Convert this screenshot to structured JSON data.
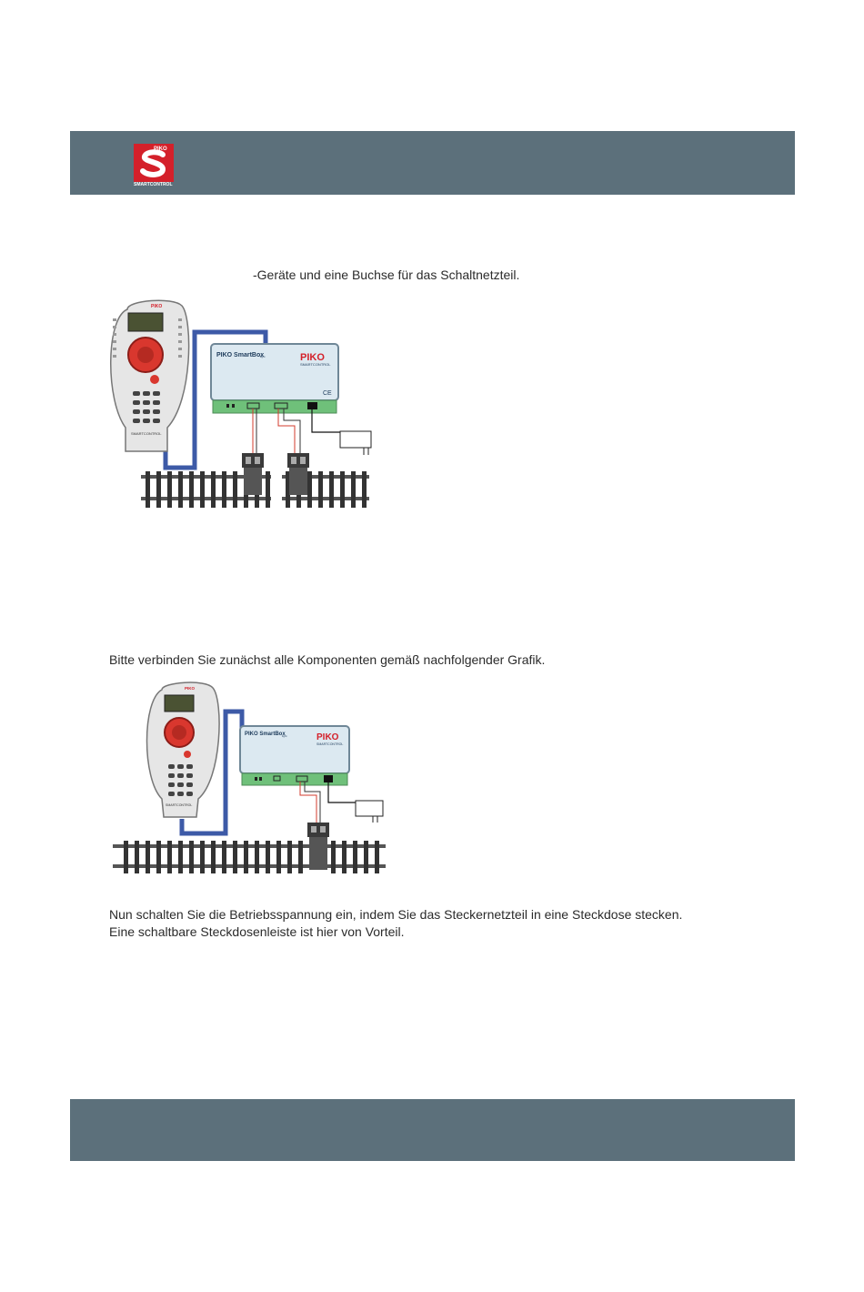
{
  "header": {
    "logo": {
      "brand": "PIKO",
      "sub": "SMARTCONTROL",
      "icon": "piko-smartcontrol-logo-icon"
    }
  },
  "body": {
    "paragraph_1": "-Geräte und eine Buchse für das Schaltnetzteil.",
    "paragraph_2": "Bitte verbinden Sie zunächst alle Komponenten gemäß nachfolgender Grafik.",
    "paragraph_3": "Nun schalten Sie die Betriebsspannung ein, indem Sie das Steckernetzteil in eine Steckdose stecken.",
    "paragraph_4": "Eine schaltbare Steckdosenleiste ist hier von Vorteil."
  },
  "figure_1": {
    "box_title": "PIKO SmartBox",
    "box_title_sub": "light",
    "box_brand": "PIKO",
    "box_brand_sub": "SMARTCONTROL",
    "ce_mark": "CE",
    "remote_label": "SMARTCONTROL",
    "remote_brand": "PIKO"
  },
  "figure_2": {
    "box_title": "PIKO SmartBox",
    "box_title_sub": "light",
    "box_brand": "PIKO",
    "box_brand_sub": "SMARTCONTROL",
    "remote_label": "SMARTCONTROL",
    "remote_brand": "PIKO"
  },
  "colors": {
    "band": "#5c707b",
    "logo_red": "#d4202a",
    "cable_blue": "#3d5aa7",
    "box_face": "#dce9f1",
    "box_base": "#6fc07a",
    "wire_red": "#d33b2c"
  }
}
